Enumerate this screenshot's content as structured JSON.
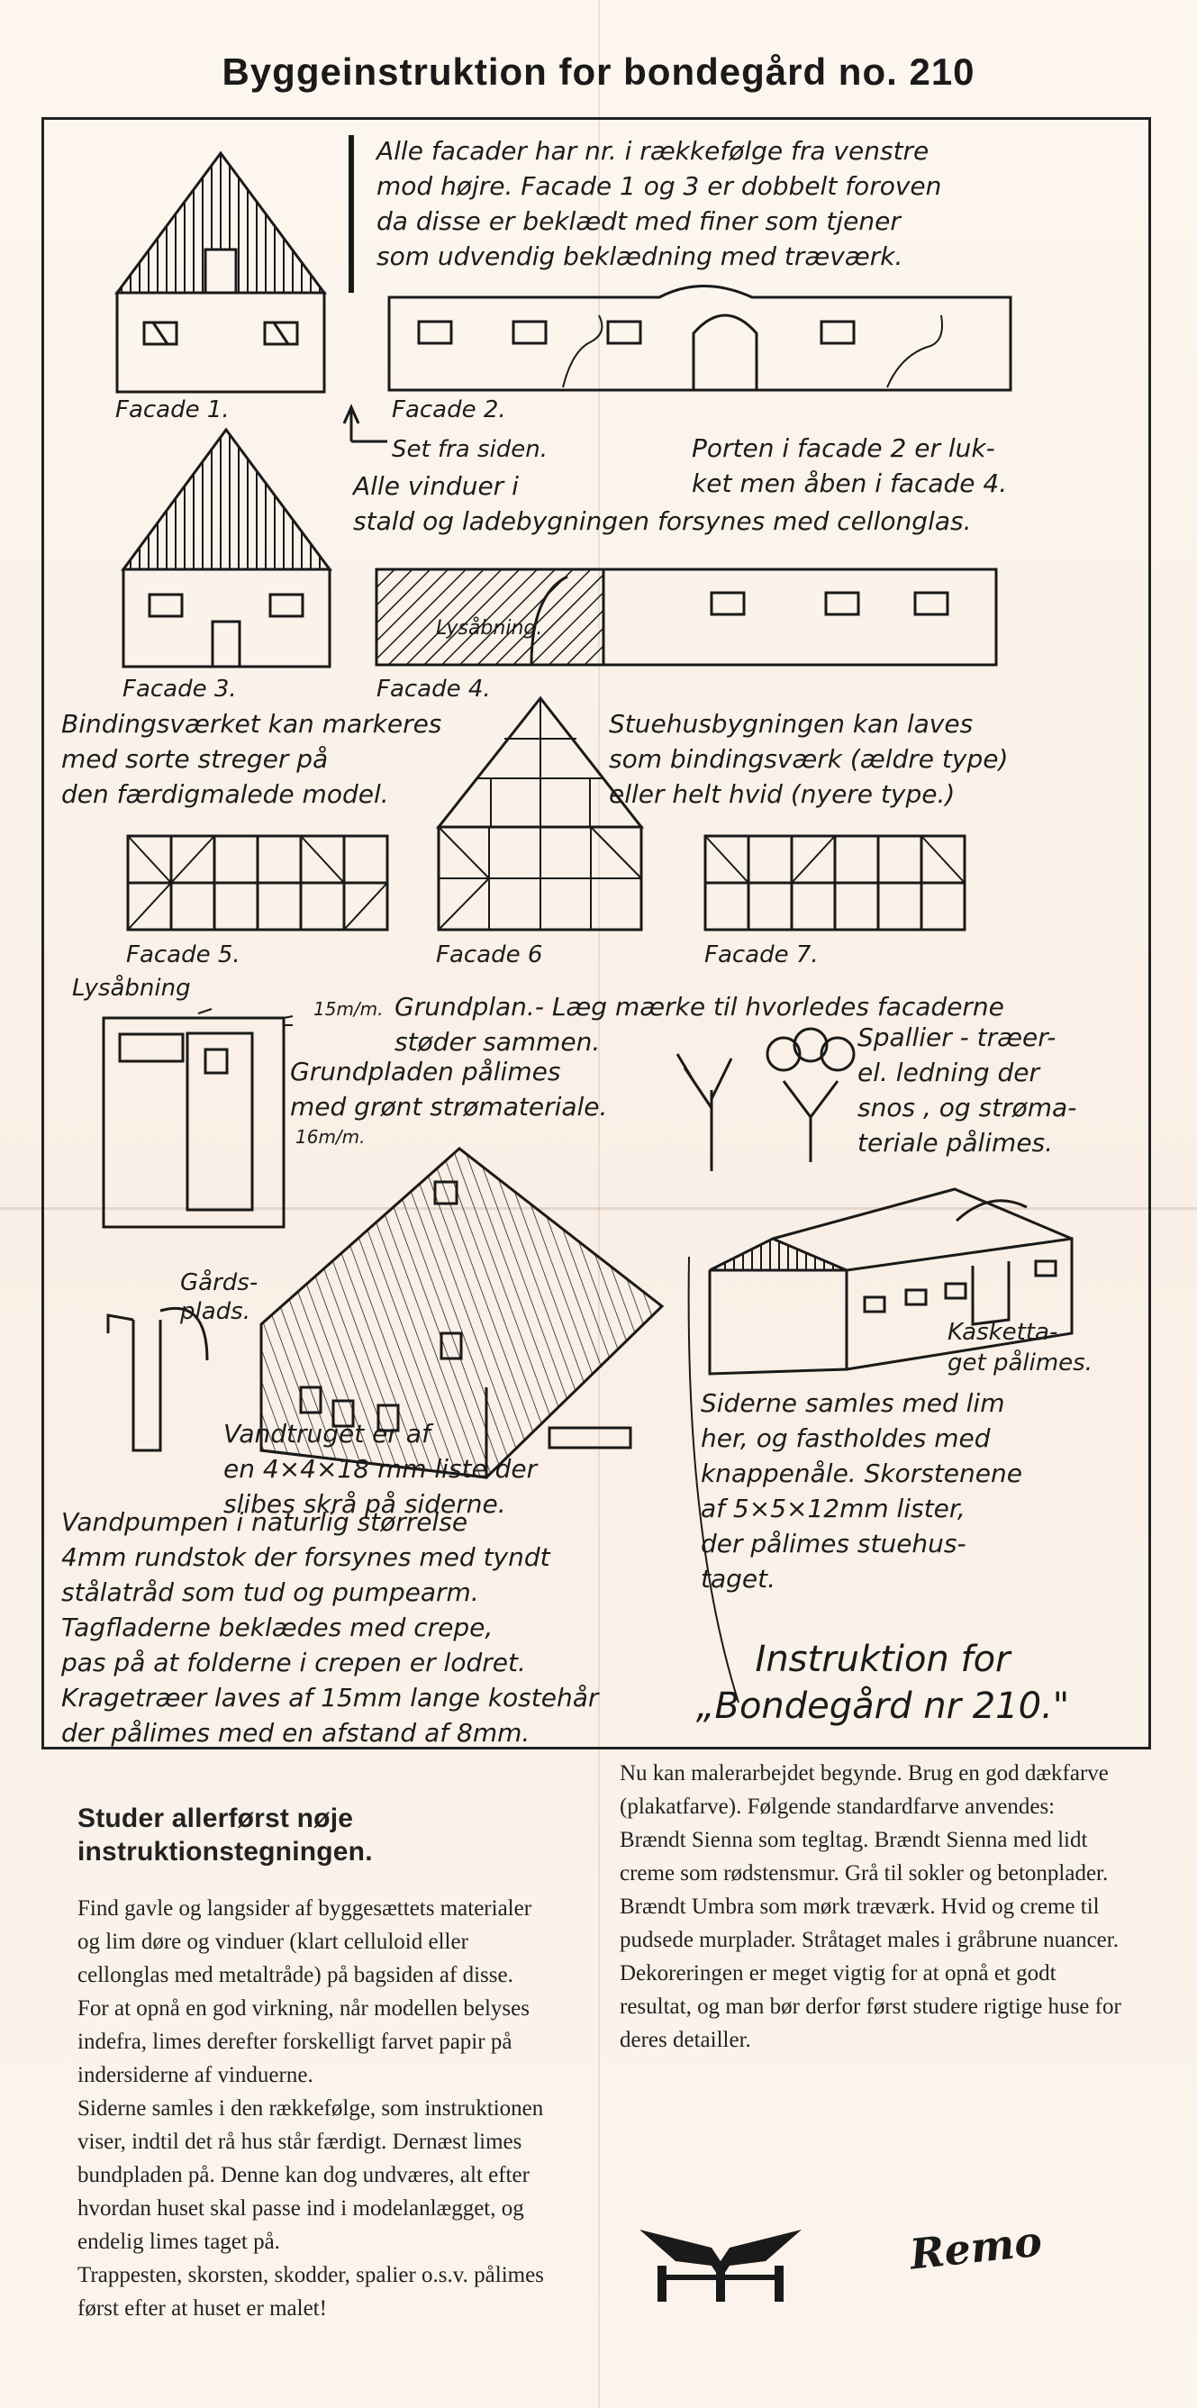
{
  "title": "Byggeinstruktion for bondegård no. 210",
  "notes": {
    "facades_order": "Alle facader har nr. i rækkefølge fra venstre\nmod højre. Facade 1 og 3 er dobbelt foroven\nda disse er beklædt med finer som tjener\nsom udvendig beklædning med træværk.",
    "side_view": "Set fra siden.",
    "windows": "Alle vinduer i\nstald og ladebygningen forsynes med cellonglas.",
    "gate": "Porten i facade 2 er luk-\nket men åben i facade 4.",
    "timber": "Bindingsværket kan markeres\nmed sorte streger på\nden færdigmalede model.",
    "farmhouse": "Stuehusbygningen kan laves\nsom bindingsværk (ældre type)\neller helt hvid (nyere type.)",
    "light_opening_1": "Lysåbning.",
    "light_opening_2": "Lysåbning",
    "plan": "Grundplan.- Læg mærke til hvorledes facaderne\nstøder sammen.",
    "dim_15": "15m/m.",
    "dim_16": "16m/m.",
    "baseplate": "Grundpladen pålimes\nmed grønt strømateriale.",
    "trees": "Spallier - træer-\nel. ledning der\nsnos , og strøma-\nteriale pålimes.",
    "yard": "Gårds-\nplads.",
    "trough": "Vandtruget er af\nen 4×4×18 mm liste der\nslibes skrå på siderne.",
    "pump": "Vandpumpen i naturlig størrelse\n4mm rundstok der forsynes med tyndt\nstålatråd som tud og pumpearm.\nTagfladerne beklædes med crepe,\npas på at folderne i crepen er lodret.\nKragetræer laves af 15mm lange kostehår\nder pålimes med en afstand af 8mm.",
    "cap_roof": "Kasketta-\nget pålimes.",
    "sides": "Siderne samles med lim\nher, og fastholdes med\nknappenåle. Skorstenene\naf 5×5×12mm lister,\nder pålimes stuehus-\ntaget.",
    "instruction": "Instruktion for\n„Bondegård nr 210.\""
  },
  "captions": {
    "f1": "Facade 1.",
    "f2": "Facade 2.",
    "f3": "Facade 3.",
    "f4": "Facade 4.",
    "f5": "Facade 5.",
    "f6": "Facade 6",
    "f7": "Facade 7."
  },
  "left_column": {
    "heading": "Studer allerførst nøje instruktionstegningen.",
    "p1": "Find gavle og langsider af byggesættets materialer og lim døre og vinduer (klart celluloid eller cellonglas med metaltråde) på bagsiden af disse. For at opnå en god virkning, når modellen belyses indefra, limes derefter forskelligt farvet papir på indersiderne af vinduerne.",
    "p2": "Siderne samles i den rækkefølge, som instruktionen viser, indtil det rå hus står færdigt. Dernæst limes bundpladen på. Denne kan dog undværes, alt efter hvordan huset skal passe ind i modelanlægget, og endelig limes taget på.",
    "p3": "Trappesten, skorsten, skodder, spalier o.s.v. pålimes først efter at huset er malet!"
  },
  "right_column": {
    "p1": "Nu kan malerarbejdet begynde. Brug en god dækfarve (plakatfarve). Følgende standardfarve anvendes:",
    "p2": "Brændt Sienna som tegltag. Brændt Sienna med lidt creme som rødstensmur. Grå til sokler og betonplader. Brændt Umbra som mørk træværk. Hvid og creme til pudsede murplader. Stråtaget males i gråbrune nuancer.",
    "p3": "Dekoreringen er meget vigtig for at opnå et godt resultat, og man bør derfor først studere rigtige huse for deres detailler."
  },
  "signature": "Remo",
  "colors": {
    "paper": "#fbf4ec",
    "ink": "#1a1a1a"
  }
}
